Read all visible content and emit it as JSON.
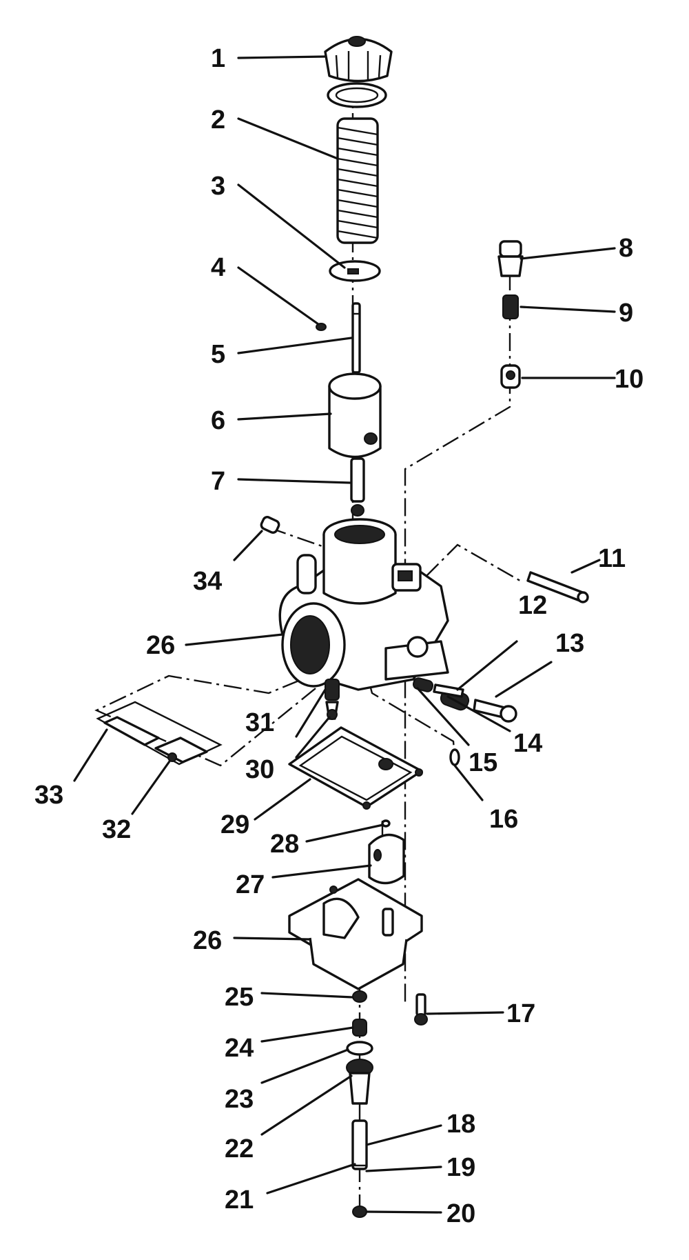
{
  "diagram": {
    "callouts": [
      {
        "id": "1",
        "text": "1"
      },
      {
        "id": "2",
        "text": "2"
      },
      {
        "id": "3",
        "text": "3"
      },
      {
        "id": "4",
        "text": "4"
      },
      {
        "id": "5",
        "text": "5"
      },
      {
        "id": "6",
        "text": "6"
      },
      {
        "id": "7",
        "text": "7"
      },
      {
        "id": "8",
        "text": "8"
      },
      {
        "id": "9",
        "text": "9"
      },
      {
        "id": "10",
        "text": "10"
      },
      {
        "id": "11",
        "text": "11"
      },
      {
        "id": "12",
        "text": "12"
      },
      {
        "id": "13",
        "text": "13"
      },
      {
        "id": "14",
        "text": "14"
      },
      {
        "id": "15",
        "text": "15"
      },
      {
        "id": "16",
        "text": "16"
      },
      {
        "id": "17",
        "text": "17"
      },
      {
        "id": "18",
        "text": "18"
      },
      {
        "id": "19",
        "text": "19"
      },
      {
        "id": "20",
        "text": "20"
      },
      {
        "id": "21",
        "text": "21"
      },
      {
        "id": "22",
        "text": "22"
      },
      {
        "id": "23",
        "text": "23"
      },
      {
        "id": "24",
        "text": "24"
      },
      {
        "id": "25",
        "text": "25"
      },
      {
        "id": "26a",
        "text": "26"
      },
      {
        "id": "26b",
        "text": "26"
      },
      {
        "id": "27",
        "text": "27"
      },
      {
        "id": "28",
        "text": "28"
      },
      {
        "id": "29",
        "text": "29"
      },
      {
        "id": "30",
        "text": "30"
      },
      {
        "id": "31",
        "text": "31"
      },
      {
        "id": "32",
        "text": "32"
      },
      {
        "id": "33",
        "text": "33"
      },
      {
        "id": "34",
        "text": "34"
      }
    ]
  }
}
